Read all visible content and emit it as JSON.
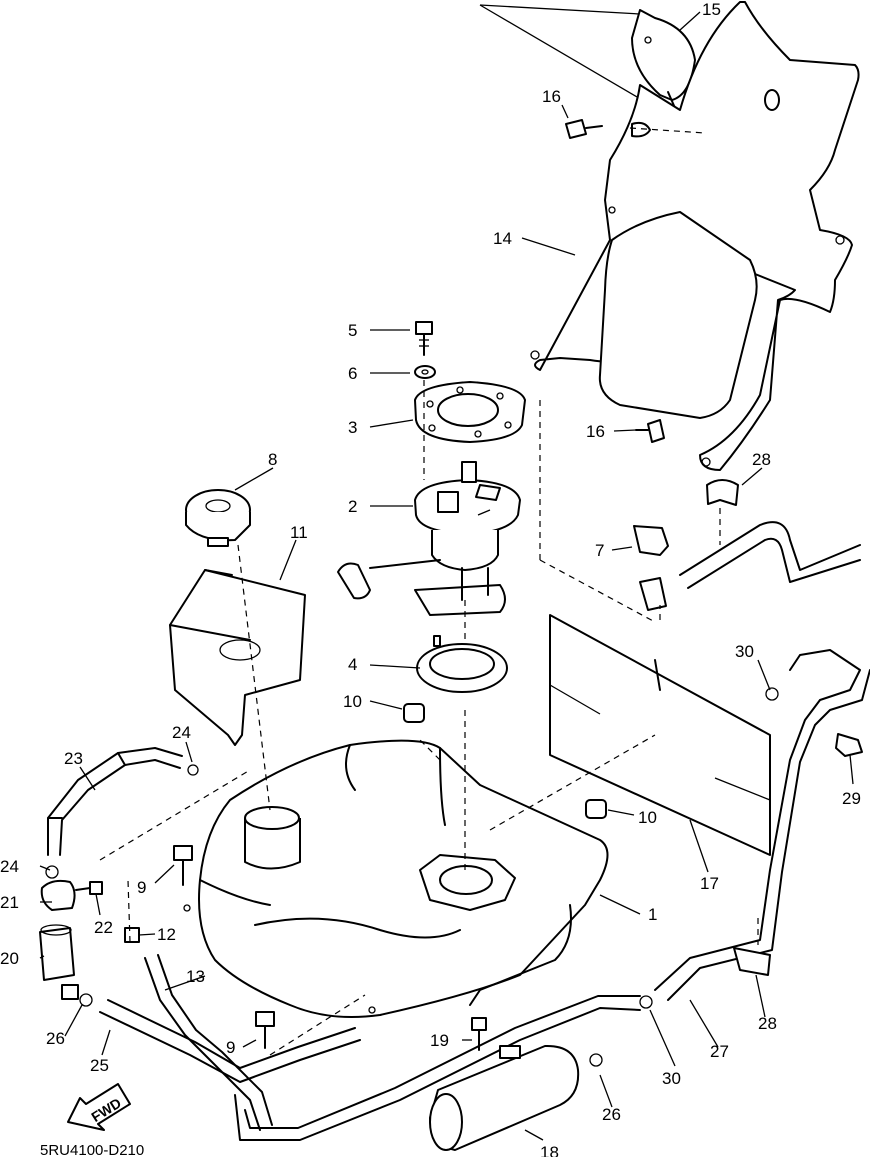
{
  "diagram_code": "5RU4100-D210",
  "fwd_label": "FWD",
  "callouts": [
    {
      "id": "c1",
      "text": "1"
    },
    {
      "id": "c2",
      "text": "2"
    },
    {
      "id": "c3",
      "text": "3"
    },
    {
      "id": "c4",
      "text": "4"
    },
    {
      "id": "c5",
      "text": "5"
    },
    {
      "id": "c6",
      "text": "6"
    },
    {
      "id": "c7",
      "text": "7"
    },
    {
      "id": "c8",
      "text": "8"
    },
    {
      "id": "c9a",
      "text": "9"
    },
    {
      "id": "c9b",
      "text": "9"
    },
    {
      "id": "c10a",
      "text": "10"
    },
    {
      "id": "c10b",
      "text": "10"
    },
    {
      "id": "c11",
      "text": "11"
    },
    {
      "id": "c12",
      "text": "12"
    },
    {
      "id": "c13",
      "text": "13"
    },
    {
      "id": "c14",
      "text": "14"
    },
    {
      "id": "c15",
      "text": "15"
    },
    {
      "id": "c16a",
      "text": "16"
    },
    {
      "id": "c16b",
      "text": "16"
    },
    {
      "id": "c17",
      "text": "17"
    },
    {
      "id": "c18",
      "text": "18"
    },
    {
      "id": "c19",
      "text": "19"
    },
    {
      "id": "c20",
      "text": "20"
    },
    {
      "id": "c21",
      "text": "21"
    },
    {
      "id": "c22",
      "text": "22"
    },
    {
      "id": "c23",
      "text": "23"
    },
    {
      "id": "c24a",
      "text": "24"
    },
    {
      "id": "c24b",
      "text": "24"
    },
    {
      "id": "c25",
      "text": "25"
    },
    {
      "id": "c26a",
      "text": "26"
    },
    {
      "id": "c26b",
      "text": "26"
    },
    {
      "id": "c27",
      "text": "27"
    },
    {
      "id": "c28a",
      "text": "28"
    },
    {
      "id": "c28b",
      "text": "28"
    },
    {
      "id": "c29",
      "text": "29"
    },
    {
      "id": "c30a",
      "text": "30"
    },
    {
      "id": "c30b",
      "text": "30"
    }
  ]
}
